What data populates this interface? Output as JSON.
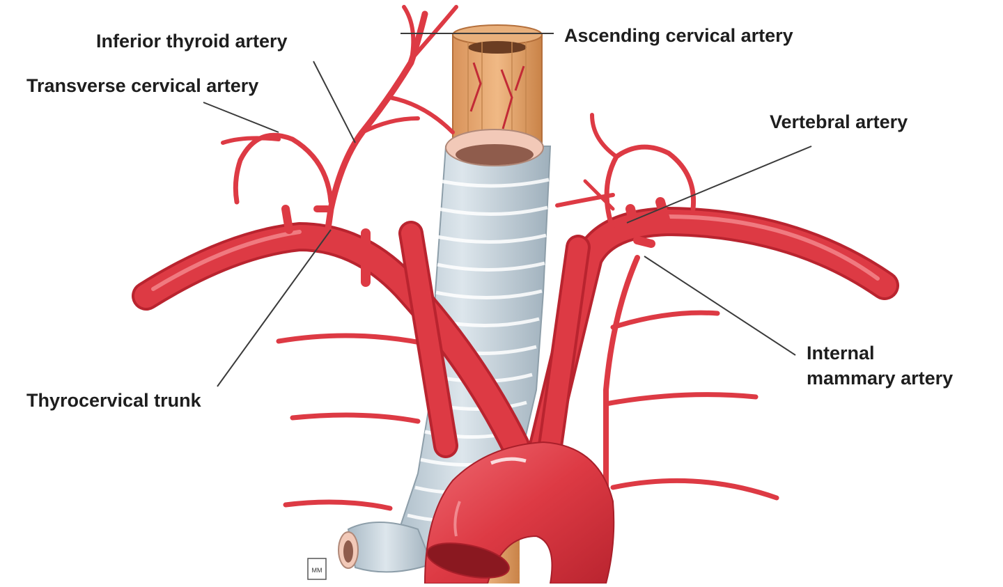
{
  "labels": {
    "inferior_thyroid": "Inferior thyroid artery",
    "ascending_cervical": "Ascending cervical artery",
    "transverse_cervical": "Transverse cervical artery",
    "vertebral": "Vertebral artery",
    "internal_mammary_line1": "Internal",
    "internal_mammary_line2": "mammary artery",
    "thyrocervical": "Thyrocervical trunk"
  },
  "colors": {
    "artery": "#dd3a44",
    "artery_dark": "#b9242f",
    "artery_highlight": "#f07a80",
    "trachea": "#c8d4dc",
    "trachea_shade": "#9fb0bc",
    "esophagus": "#e3a36b",
    "esophagus_dark": "#b46f3b",
    "background": "#ffffff",
    "leader_line": "#3a3a3a"
  },
  "artist_monogram": "MM"
}
